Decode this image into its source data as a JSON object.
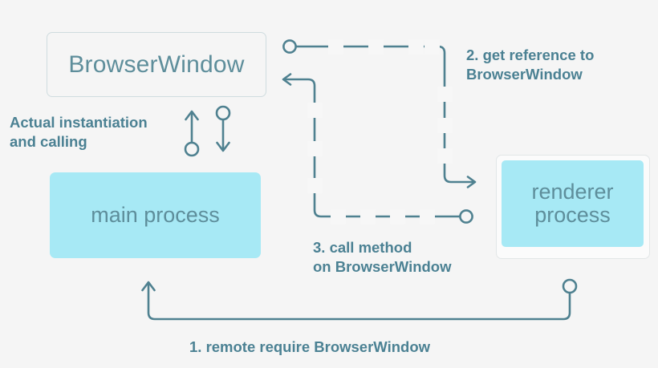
{
  "diagram": {
    "title": "Electron remote module: main process / renderer process interaction",
    "background_color": "#f5f5f5",
    "accent_color": "#4b8193",
    "line_color": "#4f8190",
    "fill_color": "#a7e9f5",
    "box_border_color": "#cfdcdf",
    "nodes": {
      "browser_window": {
        "label": "BrowserWindow",
        "style": "outlined"
      },
      "main_process": {
        "label": "main process",
        "style": "filled"
      },
      "renderer_process": {
        "label": "renderer\nprocess",
        "style": "filled-framed"
      }
    },
    "annotations": {
      "actual": "Actual instantiation\nand calling",
      "step1": "1. remote require BrowserWindow",
      "step2": "2. get reference to\nBrowserWindow",
      "step3": "3. call method\non BrowserWindow"
    },
    "connectors": [
      {
        "name": "instantiation-up-arrow",
        "icon": "arrow-up-with-dot",
        "from": "main process",
        "to": "BrowserWindow",
        "style": "solid"
      },
      {
        "name": "calling-down-arrow",
        "icon": "arrow-down-with-dot",
        "from": "BrowserWindow",
        "to": "main process",
        "style": "solid"
      },
      {
        "name": "remote-require-path",
        "icon": "u-shaped-arrow",
        "from": "renderer process",
        "to": "main process",
        "style": "solid",
        "label": "1. remote require BrowserWindow"
      },
      {
        "name": "get-reference-path",
        "icon": "dashed-elbow-arrow",
        "from": "main process",
        "to": "renderer process",
        "style": "dashed",
        "label": "2. get reference to BrowserWindow"
      },
      {
        "name": "call-method-path",
        "icon": "dashed-elbow-arrow",
        "from": "renderer process",
        "to": "BrowserWindow",
        "style": "dashed",
        "label": "3. call method on BrowserWindow"
      }
    ]
  }
}
